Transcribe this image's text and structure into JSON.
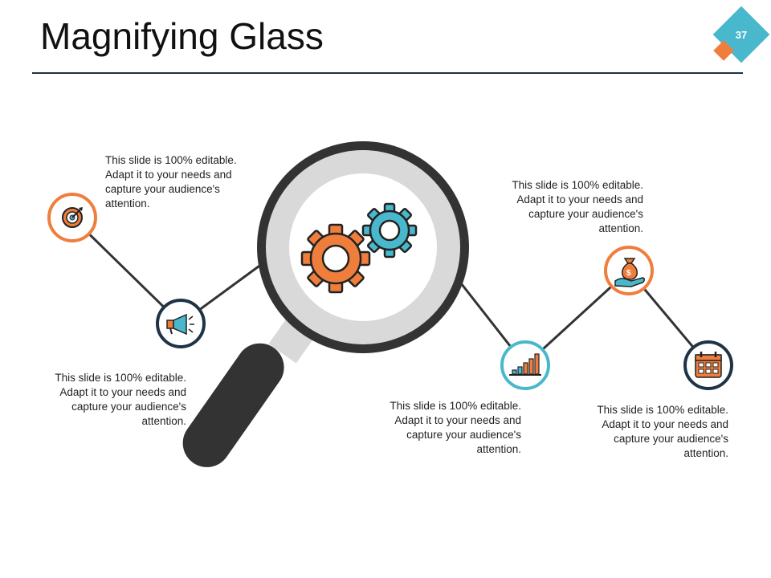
{
  "slide": {
    "title": "Magnifying Glass",
    "page_number": "37"
  },
  "captions": [
    "This slide is 100% editable. Adapt it to your needs and capture your audience's attention.",
    "This slide is 100% editable. Adapt it to your needs and capture your audience's attention.",
    "This slide is 100% editable. Adapt it to your needs and capture your audience's attention.",
    "This slide is 100% editable. Adapt it to your needs and capture your audience's attention.",
    "This slide is 100% editable. Adapt it to your needs and capture your audience's attention."
  ],
  "nodes": [
    {
      "icon": "target-gear-icon",
      "color": "#ef7e3c"
    },
    {
      "icon": "megaphone-icon",
      "color": "#1e3346"
    },
    {
      "icon": "bar-chart-icon",
      "color": "#4ab8cc"
    },
    {
      "icon": "money-bag-hand-icon",
      "color": "#ef7e3c"
    },
    {
      "icon": "calendar-icon",
      "color": "#1e3346"
    }
  ],
  "colors": {
    "orange": "#ef7e3c",
    "teal": "#4ab8cc",
    "navy": "#1e3346",
    "dark": "#333333",
    "lens_ring": "#d9d9d9"
  }
}
